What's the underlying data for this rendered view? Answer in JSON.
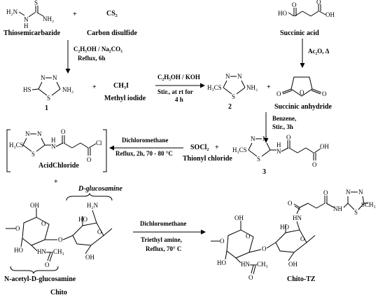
{
  "compounds": {
    "thiosemicarbazide": "Thiosemicarbazide",
    "carbon_disulfide": "Carbon disulfide",
    "cs2_formula": "CS₂",
    "succinic_acid": "Succinic acid",
    "succinic_anhydride": "Succinic anhydride",
    "methyl_iodide": "Methyl iodide",
    "methyl_iodide_formula": "CH₃I",
    "thionyl_chloride": "Thionyl chloride",
    "thionyl_formula": "SOCl₂",
    "acid_chloride": "AcidChloride",
    "chito": "Chito",
    "chito_tz": "Chito-TZ",
    "d_glucosamine": "D-glucosamine",
    "n_acetyl": "N-acetyl-D-glucosamine"
  },
  "numbers": {
    "c1": "1",
    "c2": "2",
    "c3": "3"
  },
  "operators": {
    "plus": "+"
  },
  "conditions": {
    "step1_reagent": "C₂H₅OH / Na₂CO₃",
    "step1_time": "Reflux, 6h",
    "step2_reagent": "C₂H₅OH / KOH",
    "step2_cond": "Stir., at rt for",
    "step2_time": "4 h",
    "step3_reagent": "Ac₂O, Δ",
    "step4_reagent": "Benzene,",
    "step4_cond": "Stir., 3h",
    "step5_reagent": "Dichloromethane",
    "step5_cond": "Reflux, 2h, 70 - 80 °C",
    "step6_reagent": "Dichloromethane",
    "step6_base": "Triethyl amine,",
    "step6_temp": "Reflux, 70° C"
  },
  "atoms": {
    "s": "S",
    "n": "N",
    "h": "H",
    "o": "O",
    "cl": "Cl",
    "c": "C",
    "nh2": "NH₂",
    "h2n": "H₂N",
    "hs": "HS",
    "h3cs": "H₃CS",
    "sch3": "SCH₃",
    "ho": "HO",
    "oh": "OH",
    "ch3": "CH₃",
    "hn": "HN",
    "nh": "NH"
  }
}
